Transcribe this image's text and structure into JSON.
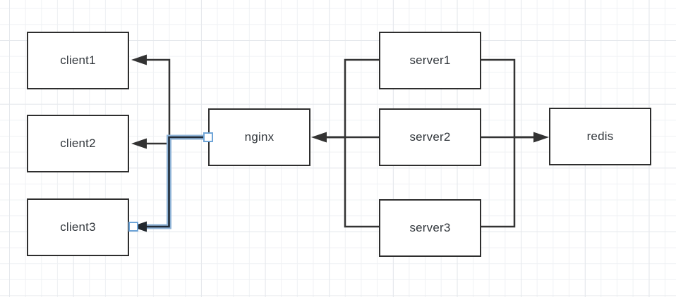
{
  "diagram": {
    "tool_hint": "grid-canvas diagram editor",
    "nodes": [
      {
        "id": "client1",
        "label": "client1"
      },
      {
        "id": "client2",
        "label": "client2"
      },
      {
        "id": "client3",
        "label": "client3"
      },
      {
        "id": "nginx",
        "label": "nginx"
      },
      {
        "id": "server1",
        "label": "server1"
      },
      {
        "id": "server2",
        "label": "server2"
      },
      {
        "id": "server3",
        "label": "server3"
      },
      {
        "id": "redis",
        "label": "redis"
      }
    ],
    "edges": [
      {
        "from": "nginx",
        "to": "client1",
        "selected": false
      },
      {
        "from": "nginx",
        "to": "client2",
        "selected": false
      },
      {
        "from": "nginx",
        "to": "client3",
        "selected": true
      },
      {
        "from": "server1",
        "to": "nginx",
        "selected": false
      },
      {
        "from": "server2",
        "to": "nginx",
        "selected": false
      },
      {
        "from": "server3",
        "to": "nginx",
        "selected": false
      },
      {
        "from": "server1",
        "to": "redis",
        "selected": false
      },
      {
        "from": "server2",
        "to": "redis",
        "selected": false
      },
      {
        "from": "server3",
        "to": "redis",
        "selected": false
      }
    ],
    "selection": {
      "selected_edge": "nginx->client3",
      "endpoint_handles": 2
    }
  },
  "colors": {
    "background": "#ffffff",
    "grid_minor": "#eff1f4",
    "grid_major": "#e5e8ec",
    "node_fill": "#ffffff",
    "node_border": "#2e2e2e",
    "edge_stroke": "#333333",
    "selected_edge_core": "#1f2a36",
    "selected_edge_halo": "#8fb3d6",
    "handle_border": "#6fa5d8",
    "handle_fill": "#ffffff"
  }
}
